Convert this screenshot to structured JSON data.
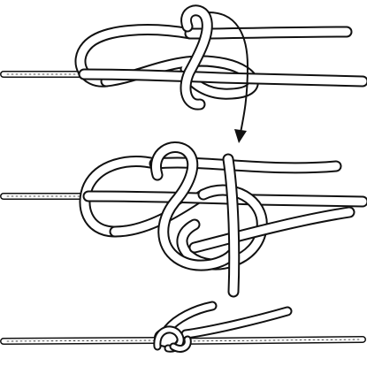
{
  "figure": {
    "kind": "knot-tying-steps",
    "steps": [
      {
        "id": "step-1"
      },
      {
        "id": "step-2"
      },
      {
        "id": "step-3"
      }
    ]
  },
  "style": {
    "outline_color": "#111111",
    "rope_color": "#ffffff",
    "background_color": "#ffffff"
  }
}
